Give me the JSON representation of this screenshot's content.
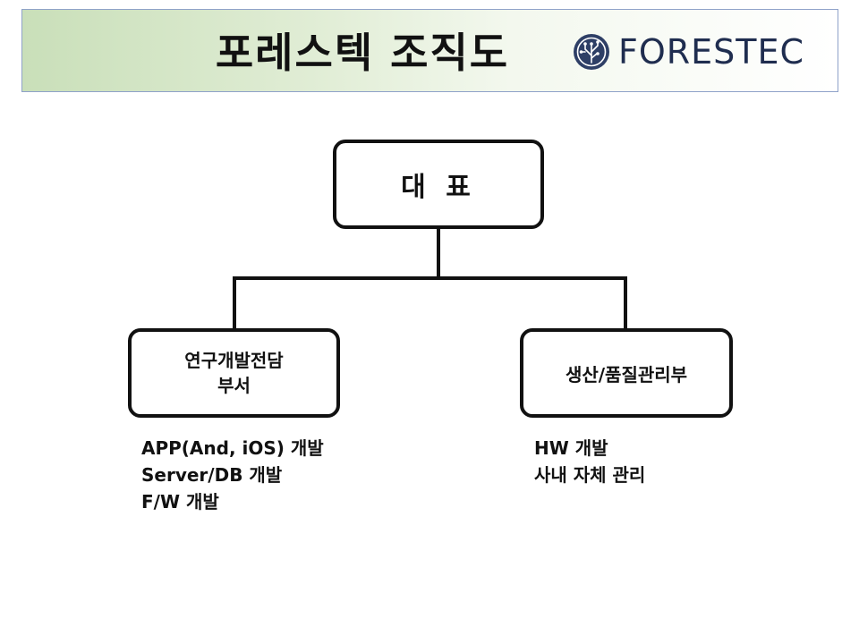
{
  "header": {
    "title": "포레스텍 조직도",
    "logo_text": "FORESTEC",
    "logo_icon": "circuit-tree-logo-icon"
  },
  "colors": {
    "header_gradient_start": "#c9dfb9",
    "header_border": "#8fa2c9",
    "box_border": "#111111",
    "logo_color": "#1f2d4f"
  },
  "org": {
    "ceo": {
      "label": "대 표"
    },
    "rnd": {
      "label_line1": "연구개발전담",
      "label_line2": "부서",
      "duties": [
        "APP(And, iOS) 개발",
        "Server/DB 개발",
        "F/W 개발"
      ]
    },
    "production": {
      "label": "생산/품질관리부",
      "duties": [
        "HW 개발",
        "사내 자체 관리"
      ]
    }
  }
}
